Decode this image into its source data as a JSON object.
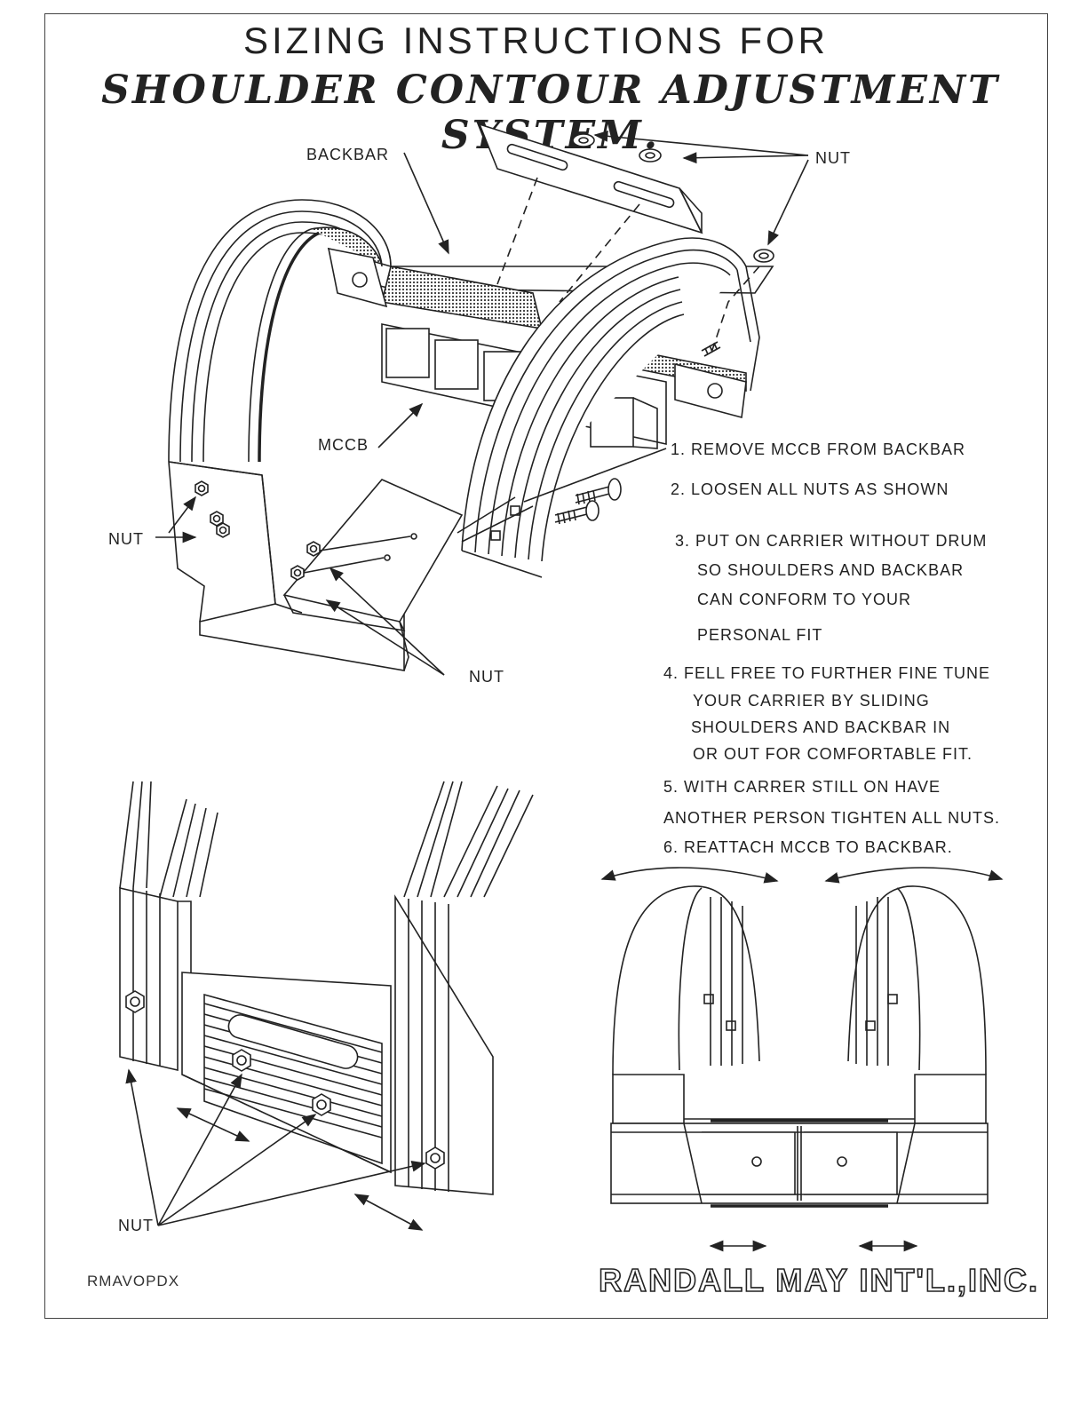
{
  "title": {
    "line1": "SIZING INSTRUCTIONS FOR",
    "line2": "SHOULDER CONTOUR ADJUSTMENT SYSTEM."
  },
  "labels": {
    "backbar": "BACKBAR",
    "nut_top": "NUT",
    "mccb": "MCCB",
    "nut_left": "NUT",
    "nut_mid": "NUT",
    "nut_bottom": "NUT"
  },
  "steps": [
    "1. REMOVE MCCB FROM BACKBAR",
    "2. LOOSEN ALL NUTS AS SHOWN",
    "3. PUT ON CARRIER WITHOUT DRUM",
    "SO SHOULDERS AND BACKBAR",
    "CAN CONFORM TO YOUR",
    "PERSONAL FIT",
    "4. FELL FREE TO FURTHER FINE TUNE",
    "YOUR CARRIER BY SLIDING",
    "SHOULDERS  AND BACKBAR IN",
    "OR OUT FOR COMFORTABLE FIT.",
    "5. WITH CARRER STILL ON HAVE",
    "ANOTHER PERSON TIGHTEN ALL NUTS.",
    "6. REATTACH MCCB TO BACKBAR."
  ],
  "footer": {
    "doc_code": "RMAVOPDX",
    "company": "RANDALL MAY INT'L.,INC."
  },
  "icons": [
    "nut-icon",
    "double-arrow-icon",
    "bolt-icon"
  ]
}
